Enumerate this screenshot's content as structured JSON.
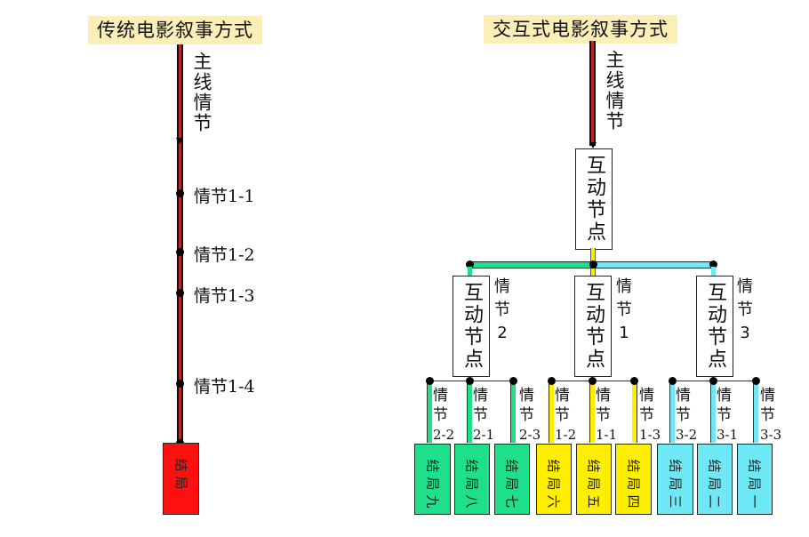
{
  "colors": {
    "title_bg": "#fbeeb6",
    "mainline": "#e8141a",
    "green": "#1fe08a",
    "yellow": "#ffee00",
    "cyan": "#6fe8f6",
    "ending_red": "#ff1010"
  },
  "traditional": {
    "title": "传统电影叙事方式",
    "mainline_label": "主线情节",
    "beats": [
      "情节1-1",
      "情节1-2",
      "情节1-3",
      "情节1-4"
    ],
    "ending": [
      "结",
      "局"
    ]
  },
  "interactive": {
    "title": "交互式电影叙事方式",
    "mainline_label": "主线情节",
    "root_node": "互动节点",
    "branches": [
      {
        "node": "互动节点",
        "label": [
          "情",
          "节",
          "2"
        ],
        "color": "green",
        "sub": [
          {
            "label": [
              "情",
              "节",
              "2-2"
            ],
            "ending": [
              "结",
              "局",
              "九"
            ]
          },
          {
            "label": [
              "情",
              "节",
              "2-1"
            ],
            "ending": [
              "结",
              "局",
              "八"
            ]
          },
          {
            "label": [
              "情",
              "节",
              "2-3"
            ],
            "ending": [
              "结",
              "局",
              "七"
            ]
          }
        ]
      },
      {
        "node": "互动节点",
        "label": [
          "情",
          "节",
          "1"
        ],
        "color": "yellow",
        "sub": [
          {
            "label": [
              "情",
              "节",
              "1-2"
            ],
            "ending": [
              "结",
              "局",
              "六"
            ]
          },
          {
            "label": [
              "情",
              "节",
              "1-1"
            ],
            "ending": [
              "结",
              "局",
              "五"
            ]
          },
          {
            "label": [
              "情",
              "节",
              "1-3"
            ],
            "ending": [
              "结",
              "局",
              "四"
            ]
          }
        ]
      },
      {
        "node": "互动节点",
        "label": [
          "情",
          "节",
          "3"
        ],
        "color": "cyan",
        "sub": [
          {
            "label": [
              "情",
              "节",
              "3-2"
            ],
            "ending": [
              "结",
              "局",
              "三"
            ]
          },
          {
            "label": [
              "情",
              "节",
              "3-1"
            ],
            "ending": [
              "结",
              "局",
              "二"
            ]
          },
          {
            "label": [
              "情",
              "节",
              "3-3"
            ],
            "ending": [
              "结",
              "局",
              "一"
            ]
          }
        ]
      }
    ]
  }
}
